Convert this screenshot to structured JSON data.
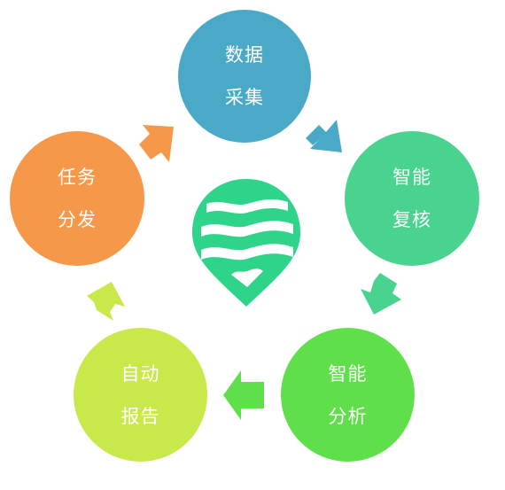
{
  "nodes": [
    {
      "id": "data-collection",
      "line1": "数据",
      "line2": "采集",
      "color": "#4aa9c6"
    },
    {
      "id": "smart-review",
      "line1": "智能",
      "line2": "复核",
      "color": "#49d38f"
    },
    {
      "id": "smart-analysis",
      "line1": "智能",
      "line2": "分析",
      "color": "#5fe04a"
    },
    {
      "id": "auto-report",
      "line1": "自动",
      "line2": "报告",
      "color": "#c9e84a"
    },
    {
      "id": "task-dispatch",
      "line1": "任务",
      "line2": "分发",
      "color": "#f6984a"
    }
  ],
  "logo": {
    "icon": "location-pin-waves-icon",
    "color": "#2dd48a"
  }
}
